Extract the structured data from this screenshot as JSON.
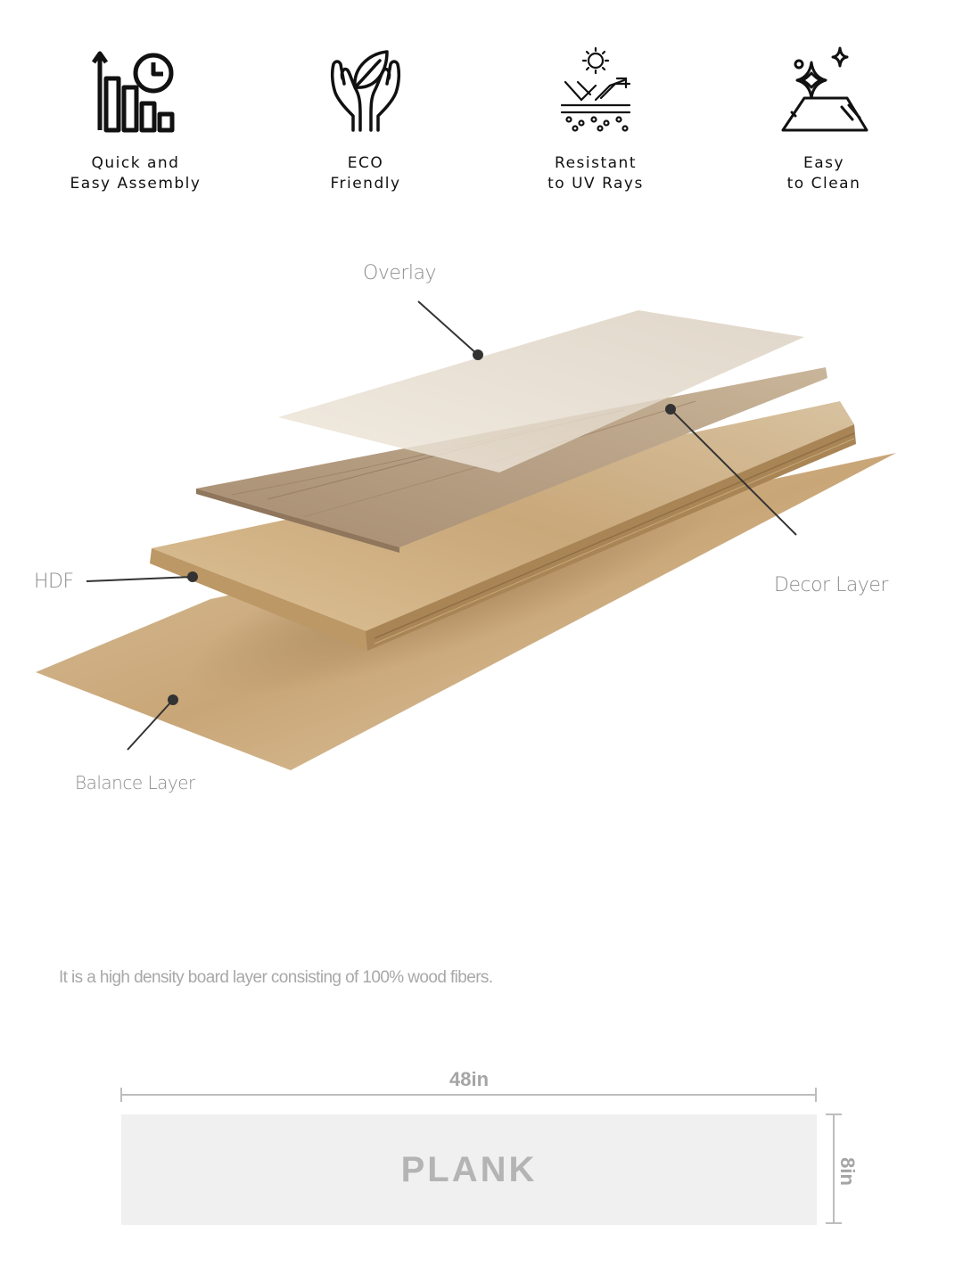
{
  "features": [
    {
      "icon": "assembly-chart-clock-icon",
      "line1": "Quick and",
      "line2": "Easy Assembly"
    },
    {
      "icon": "hands-leaf-icon",
      "line1": "ECO",
      "line2": "Friendly"
    },
    {
      "icon": "sun-uv-shield-icon",
      "line1": "Resistant",
      "line2": "to UV Rays"
    },
    {
      "icon": "sparkle-surface-icon",
      "line1": "Easy",
      "line2": "to Clean"
    }
  ],
  "diagram": {
    "callouts": {
      "overlay": "Overlay",
      "decor": "Decor Layer",
      "hdf": "HDF",
      "balance": "Balance Layer"
    }
  },
  "description": "It is a high density board layer consisting of 100% wood fibers.",
  "dimensions": {
    "width": "48in",
    "height": "8in",
    "plank": "PLANK"
  }
}
